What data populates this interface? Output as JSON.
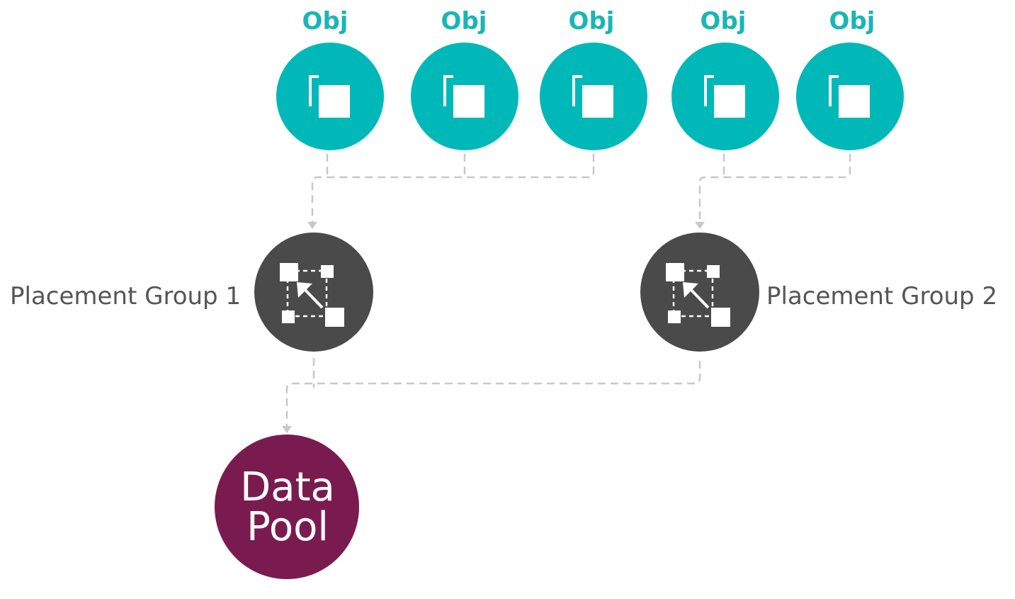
{
  "objects": [
    {
      "label": "Obj"
    },
    {
      "label": "Obj"
    },
    {
      "label": "Obj"
    },
    {
      "label": "Obj"
    },
    {
      "label": "Obj"
    }
  ],
  "placement_groups": [
    {
      "label": "Placement Group 1"
    },
    {
      "label": "Placement Group 2"
    }
  ],
  "data_pool": {
    "line1": "Data",
    "line2": "Pool"
  },
  "colors": {
    "object_circle": "#00b8b8",
    "object_label": "#1bb5b5",
    "placement_group_circle": "#4a4a4a",
    "placement_group_label": "#555555",
    "data_pool_circle": "#7a1b50",
    "connector": "#c8c8c8"
  },
  "icons": {
    "object": "copy-icon",
    "placement_group": "resize-arrow-icon"
  }
}
